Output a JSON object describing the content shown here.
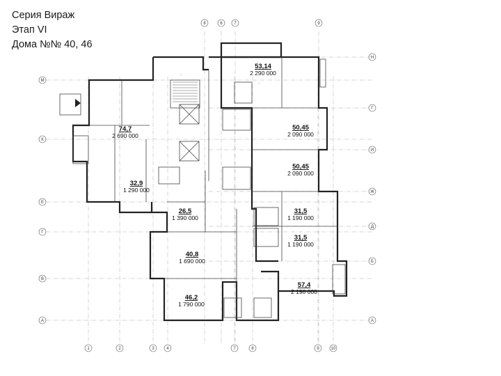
{
  "title": {
    "line1": "Серия Вираж",
    "line2": "Этап VI",
    "line3": "Дома №№ 40, 46"
  },
  "axes": {
    "top": [
      "8",
      "6",
      "7",
      "9"
    ],
    "bottom": [
      "1",
      "2",
      "3",
      "4",
      "7",
      "8",
      "9",
      "10"
    ],
    "left": [
      "М",
      "К",
      "Е",
      "Г",
      "В",
      "А"
    ],
    "right": [
      "Н",
      "Г",
      "И",
      "Ж",
      "Д",
      "Б",
      "А"
    ]
  },
  "apartments": [
    {
      "id": "apt-53-14",
      "area": "53,14",
      "price": "2 290 000"
    },
    {
      "id": "apt-74-7",
      "area": "74,7",
      "price": "2 690 000"
    },
    {
      "id": "apt-50-45-a",
      "area": "50,45",
      "price": "2 090 000"
    },
    {
      "id": "apt-50-45-b",
      "area": "50,45",
      "price": "2 090 000"
    },
    {
      "id": "apt-32-9",
      "area": "32,9",
      "price": "1 290 000"
    },
    {
      "id": "apt-26-5",
      "area": "26,5",
      "price": "1 390 000"
    },
    {
      "id": "apt-31-5-a",
      "area": "31,5",
      "price": "1 190 000"
    },
    {
      "id": "apt-31-5-b",
      "area": "31,5",
      "price": "1 190 000"
    },
    {
      "id": "apt-40-8",
      "area": "40,8",
      "price": "1 690 000"
    },
    {
      "id": "apt-57-4",
      "area": "57,4",
      "price": "2 190 000"
    },
    {
      "id": "apt-46-2",
      "area": "46,2",
      "price": "1 790 000"
    }
  ]
}
